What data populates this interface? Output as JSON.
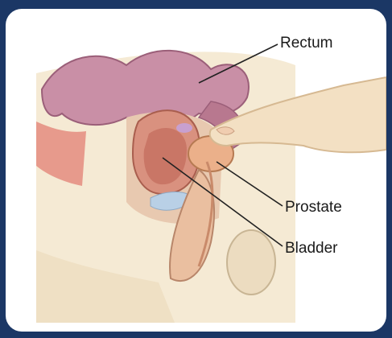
{
  "colors": {
    "background": "#1b3765",
    "card": "#ffffff",
    "skin": "#f3e6cc",
    "colon": "#c98fa6",
    "bladder": "#d9917f",
    "prostate": "#ebb08a",
    "leader_line": "#222222"
  },
  "labels": {
    "rectum": "Rectum",
    "prostate": "Prostate",
    "bladder": "Bladder"
  }
}
